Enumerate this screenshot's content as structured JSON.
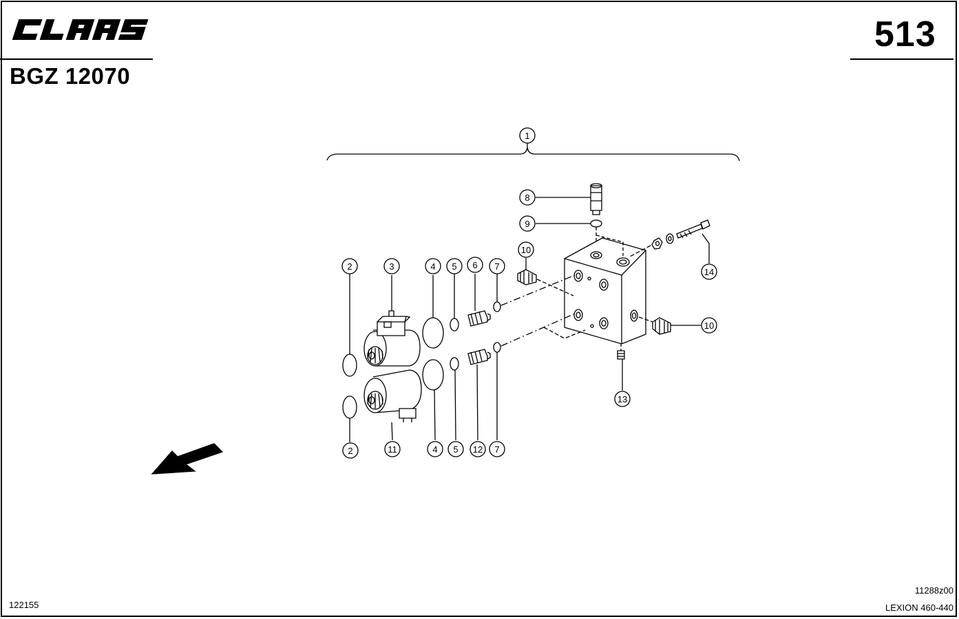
{
  "header": {
    "brand_logo_text": "CLAAS",
    "group_code": "BGZ 12070",
    "page_number": "513"
  },
  "footer": {
    "doc_id": "122155",
    "drawing_id": "11288z00",
    "model": "LEXION 460-440"
  },
  "callouts": [
    {
      "id": "c1",
      "label": "1"
    },
    {
      "id": "c8",
      "label": "8"
    },
    {
      "id": "c9",
      "label": "9"
    },
    {
      "id": "c10a",
      "label": "10"
    },
    {
      "id": "c14",
      "label": "14"
    },
    {
      "id": "c2a",
      "label": "2"
    },
    {
      "id": "c3",
      "label": "3"
    },
    {
      "id": "c4a",
      "label": "4"
    },
    {
      "id": "c5a",
      "label": "5"
    },
    {
      "id": "c6",
      "label": "6"
    },
    {
      "id": "c7a",
      "label": "7"
    },
    {
      "id": "c10b",
      "label": "10"
    },
    {
      "id": "c13",
      "label": "13"
    },
    {
      "id": "c2b",
      "label": "2"
    },
    {
      "id": "c11",
      "label": "11"
    },
    {
      "id": "c4b",
      "label": "4"
    },
    {
      "id": "c5b",
      "label": "5"
    },
    {
      "id": "c12",
      "label": "12"
    },
    {
      "id": "c7b",
      "label": "7"
    }
  ]
}
